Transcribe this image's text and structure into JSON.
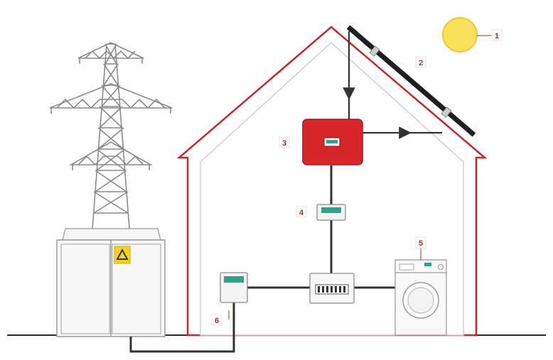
{
  "callouts": {
    "sun": "1",
    "solar_panel": "2",
    "inverter": "3",
    "generation_meter": "4",
    "appliance": "5",
    "grid_meter": "6"
  },
  "colors": {
    "house_outline": "#c8262b",
    "inverter": "#d8262b",
    "sun": "#fbe05a",
    "display": "#2fa38a",
    "warning": "#f4d21c",
    "wire": "#333333"
  },
  "icons": {
    "warning": "warning-triangle-icon"
  }
}
